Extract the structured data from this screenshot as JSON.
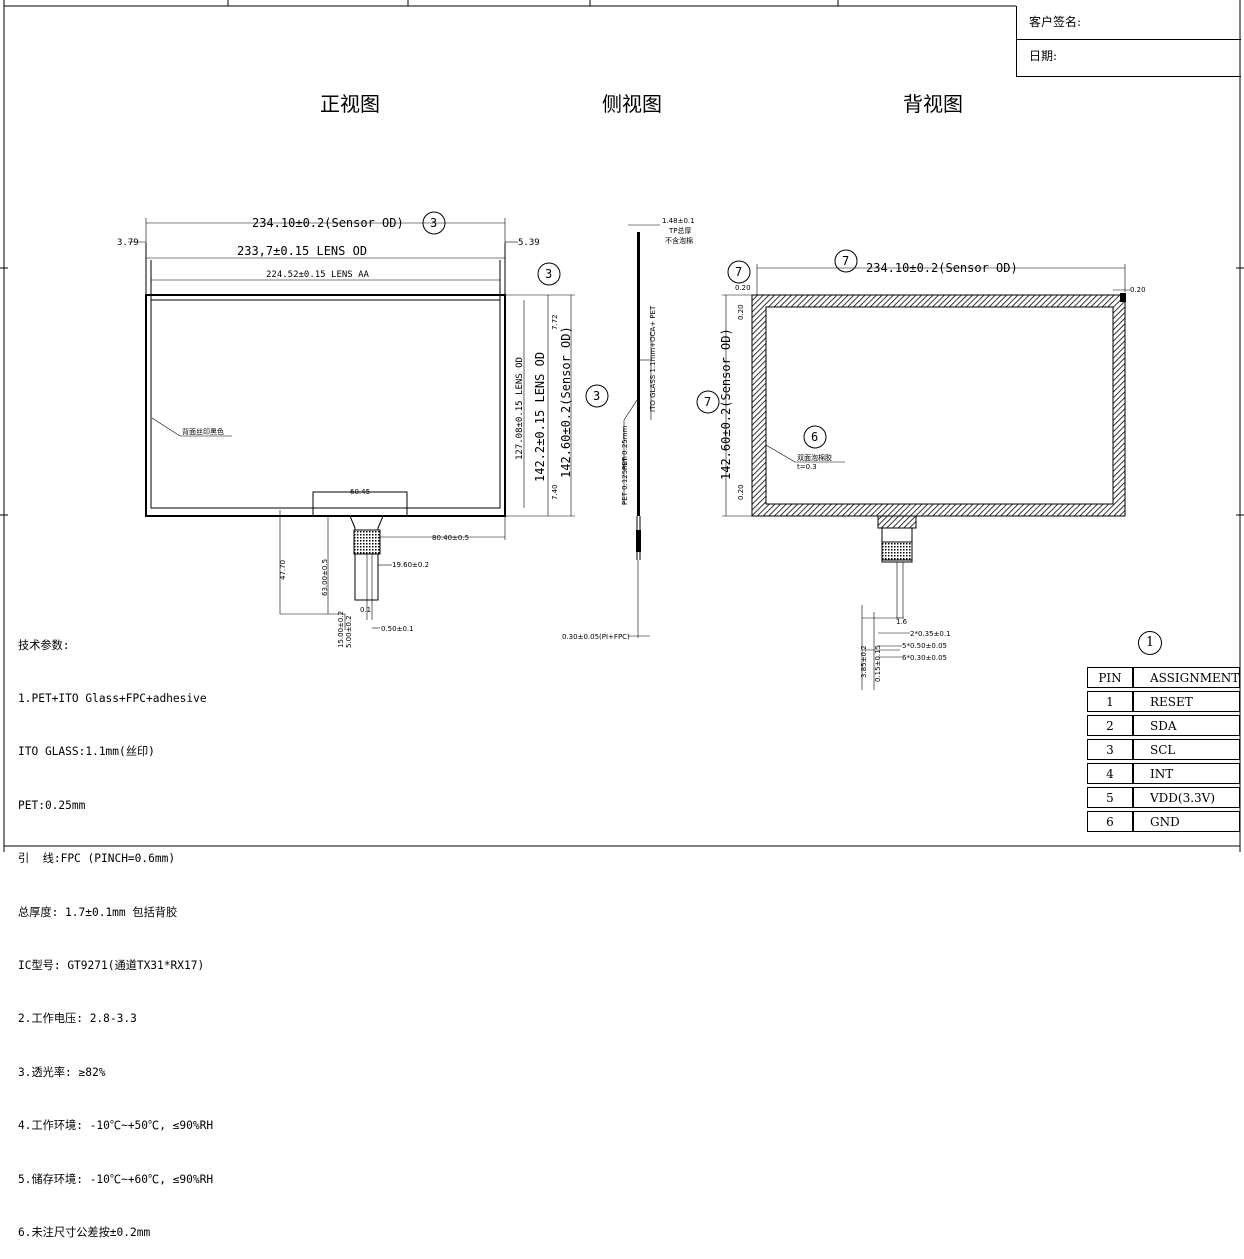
{
  "signature": {
    "customer": "客户签名:",
    "date": "日期:"
  },
  "views": {
    "front": "正视图",
    "side": "侧视图",
    "back": "背视图"
  },
  "front": {
    "sensor_od_w": "234.10±0.2(Sensor OD)",
    "lens_od_w": "233,7±0.15 LENS OD",
    "lens_aa_w": "224.52±0.15 LENS AA",
    "left_off": "3.79",
    "right_off": "5.39",
    "lens_aa_h": "127.08±0.15 LENS OD",
    "lens_od_h": "142.2±0.15 LENS OD",
    "sensor_od_h": "142.60±0.2(Sensor OD)",
    "top_off": "7.72",
    "bot_off": "7.40",
    "print_note": "背面丝印黑色",
    "fpc_w": "60.45",
    "fpc_off": "80.40±0.5",
    "fpc_len": "47.70",
    "fpc_len2": "63.00±0.5",
    "fpc_tail": "19.60±0.2",
    "fpc_tail_w": "0.50±0.1",
    "fpc_tail2": "5.00±0.2",
    "fpc_tail3": "15.00±0.2",
    "fpc_tip": "0.1"
  },
  "side": {
    "total_thk": "1.48±0.1",
    "total_label": "TP总厚",
    "no_foam": "不含泡棉",
    "layer_note": "ITO GLASS 1.1mm+OCA+ PET",
    "note2": "PET 0.25mm",
    "note3": "PET 0.125mm",
    "fpc_thk": "0.30±0.05(PI+FPC)"
  },
  "back": {
    "sensor_od_w": "234.10±0.2(Sensor OD)",
    "sensor_od_h": "142.60±0.2(Sensor OD)",
    "off_top": "0.20",
    "off_right": "0.20",
    "off_left": "0.20",
    "off_bottom": "0.20",
    "tape_note": "双面泡棉胶",
    "tape_thk": "t=0.3",
    "pitch1": "2*0.35±0.1",
    "pitch2": "5*0.50±0.05",
    "pitch3": "6*0.30±0.05",
    "fpc_h1": "3.85±0.2",
    "fpc_h2": "0.15±0.15",
    "fpc_w": "1.6"
  },
  "balloons": {
    "b3": "3",
    "b7": "7",
    "b6": "6",
    "b1": "1"
  },
  "tech_params": [
    "技术参数:",
    "1.PET+ITO Glass+FPC+adhesive",
    "ITO GLASS:1.1mm(丝印)",
    "PET:0.25mm",
    "引  线:FPC (PINCH=0.6mm)",
    "总厚度: 1.7±0.1mm 包括背胶",
    "IC型号: GT9271(通道TX31*RX17)",
    "2.工作电压: 2.8-3.3",
    "3.透光率: ≥82%",
    "4.工作环境: -10℃~+50℃, ≤90%RH",
    "5.储存环境: -10℃~+60℃, ≤90%RH",
    "6.未注尺寸公差按±0.2mm"
  ],
  "pin_table": {
    "header": [
      "PIN",
      "ASSIGNMENT"
    ],
    "rows": [
      [
        "1",
        "RESET"
      ],
      [
        "2",
        "SDA"
      ],
      [
        "3",
        "SCL"
      ],
      [
        "4",
        "INT"
      ],
      [
        "5",
        "VDD(3.3V)"
      ],
      [
        "6",
        "GND"
      ]
    ]
  }
}
